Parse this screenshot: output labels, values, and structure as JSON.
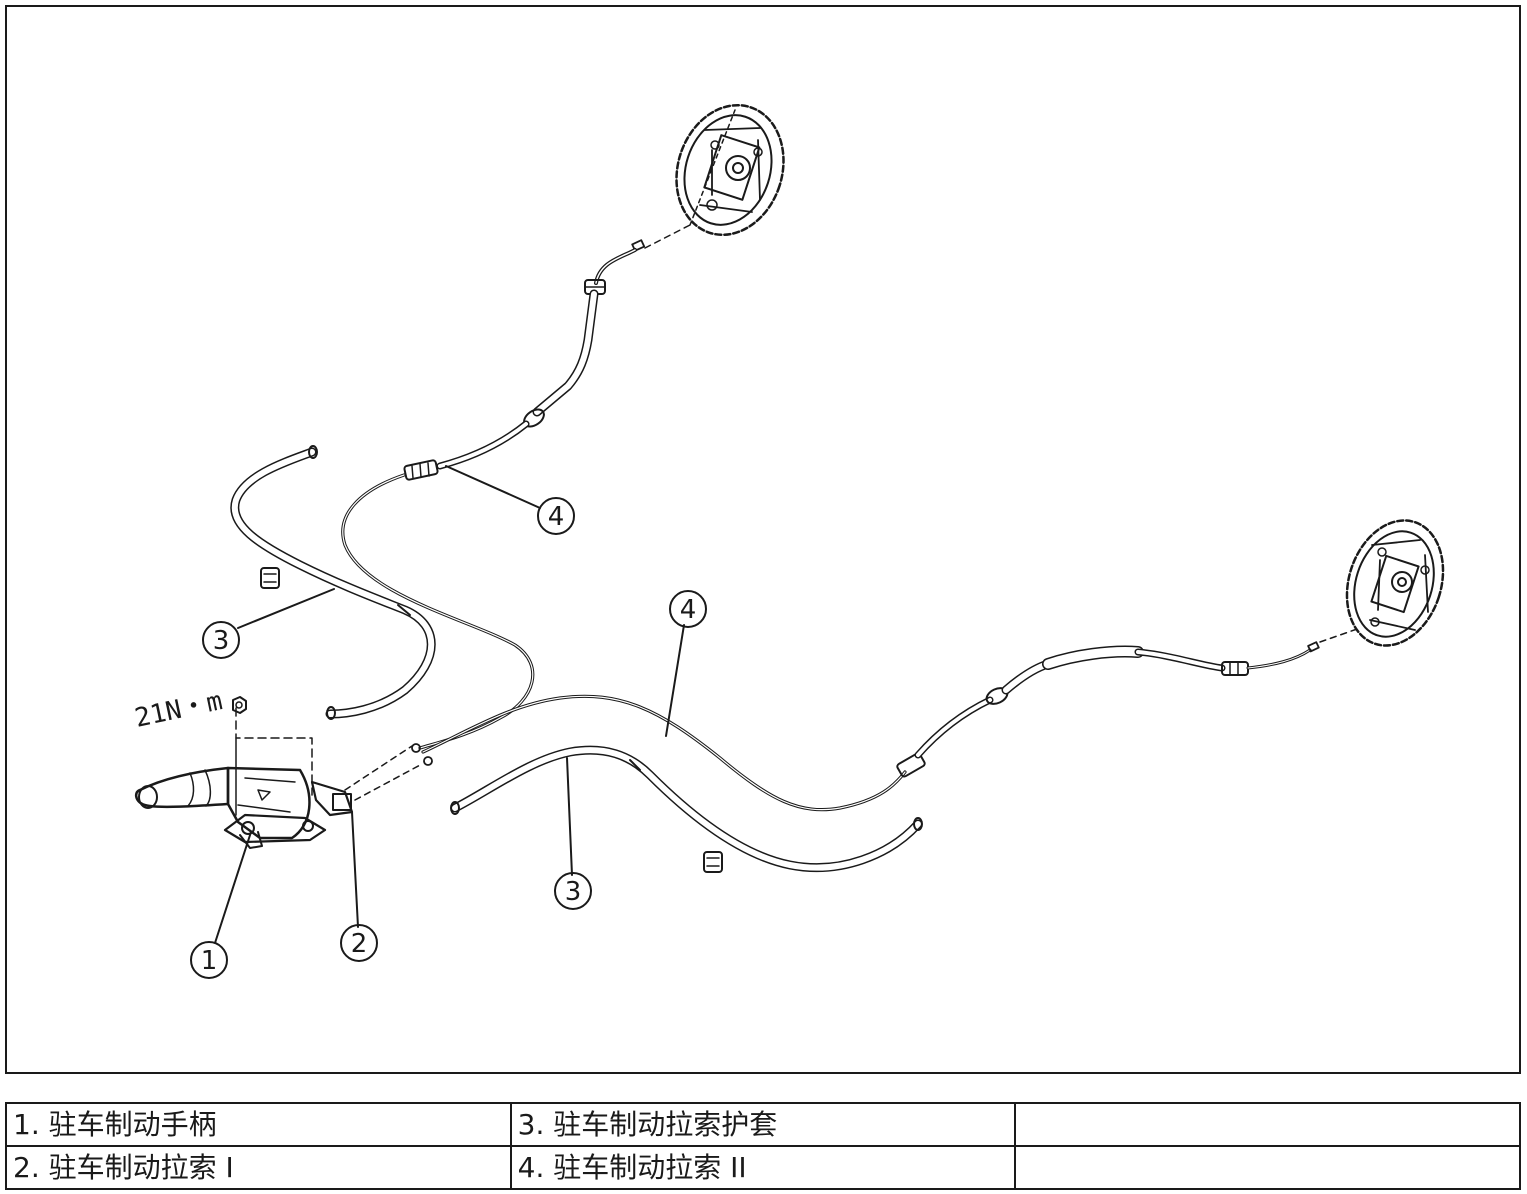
{
  "callouts": {
    "c1": "1",
    "c2": "2",
    "c3a": "3",
    "c3b": "3",
    "c4a": "4",
    "c4b": "4"
  },
  "torque": "21N・m",
  "legend": {
    "rows": [
      {
        "col1": "1. 驻车制动手柄",
        "col2": "3. 驻车制动拉索护套",
        "col3": ""
      },
      {
        "col1": "2. 驻车制动拉索 I",
        "col2": "4. 驻车制动拉索 II",
        "col3": ""
      }
    ]
  },
  "colors": {
    "line": "#1a1a1a",
    "background": "#ffffff"
  }
}
